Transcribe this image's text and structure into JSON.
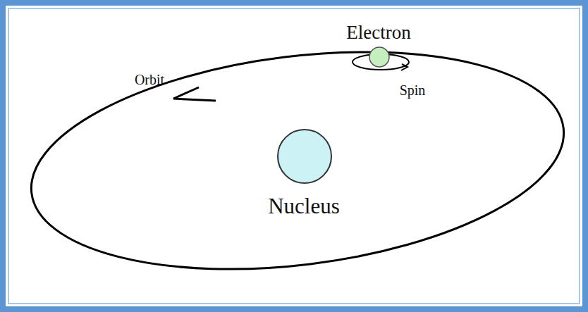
{
  "diagram": {
    "labels": [
      "Electron",
      "Orbit",
      "Spin",
      "Nucleus"
    ]
  }
}
